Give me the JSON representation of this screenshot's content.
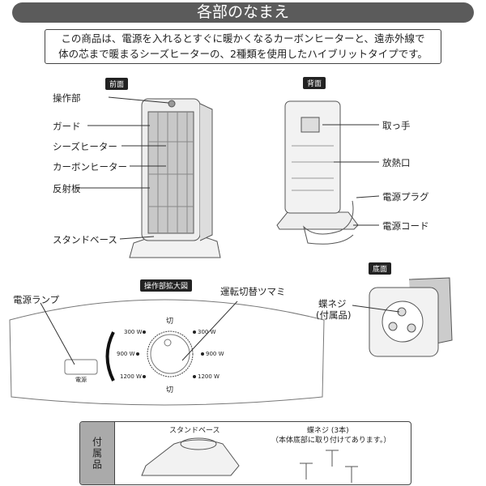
{
  "title": "各部のなまえ",
  "intro": {
    "line1": "この商品は、電源を入れるとすぐに暖かくなるカーボンヒーターと、遠赤外線で",
    "line2": "体の芯まで暖まるシーズヒーターの、2種類を使用したハイブリットタイプです。"
  },
  "front": {
    "badge": "前面",
    "labels": [
      "操作部",
      "ガード",
      "シーズヒーター",
      "カーボンヒーター",
      "反射板",
      "スタンドベース"
    ]
  },
  "back": {
    "badge": "背面",
    "labels": [
      "取っ手",
      "放熱口",
      "電源プラグ",
      "電源コード"
    ]
  },
  "bottom": {
    "badge": "底面",
    "label1": "蝶ネジ",
    "label2": "(付属品)"
  },
  "panel": {
    "badge": "操作部拡大図",
    "lamp_label": "電源ランプ",
    "lamp_text": "電源",
    "knob_label": "運転切替ツマミ",
    "off": "切",
    "left": [
      "300 W",
      "900 W",
      "1200 W"
    ],
    "right": [
      "300 W",
      "900 W",
      "1200 W"
    ]
  },
  "accessories": {
    "side": "付属品",
    "base": "スタンドベース",
    "screw_title": "蝶ネジ (3本)",
    "screw_note": "（本体底部に取り付けてあります。）"
  }
}
